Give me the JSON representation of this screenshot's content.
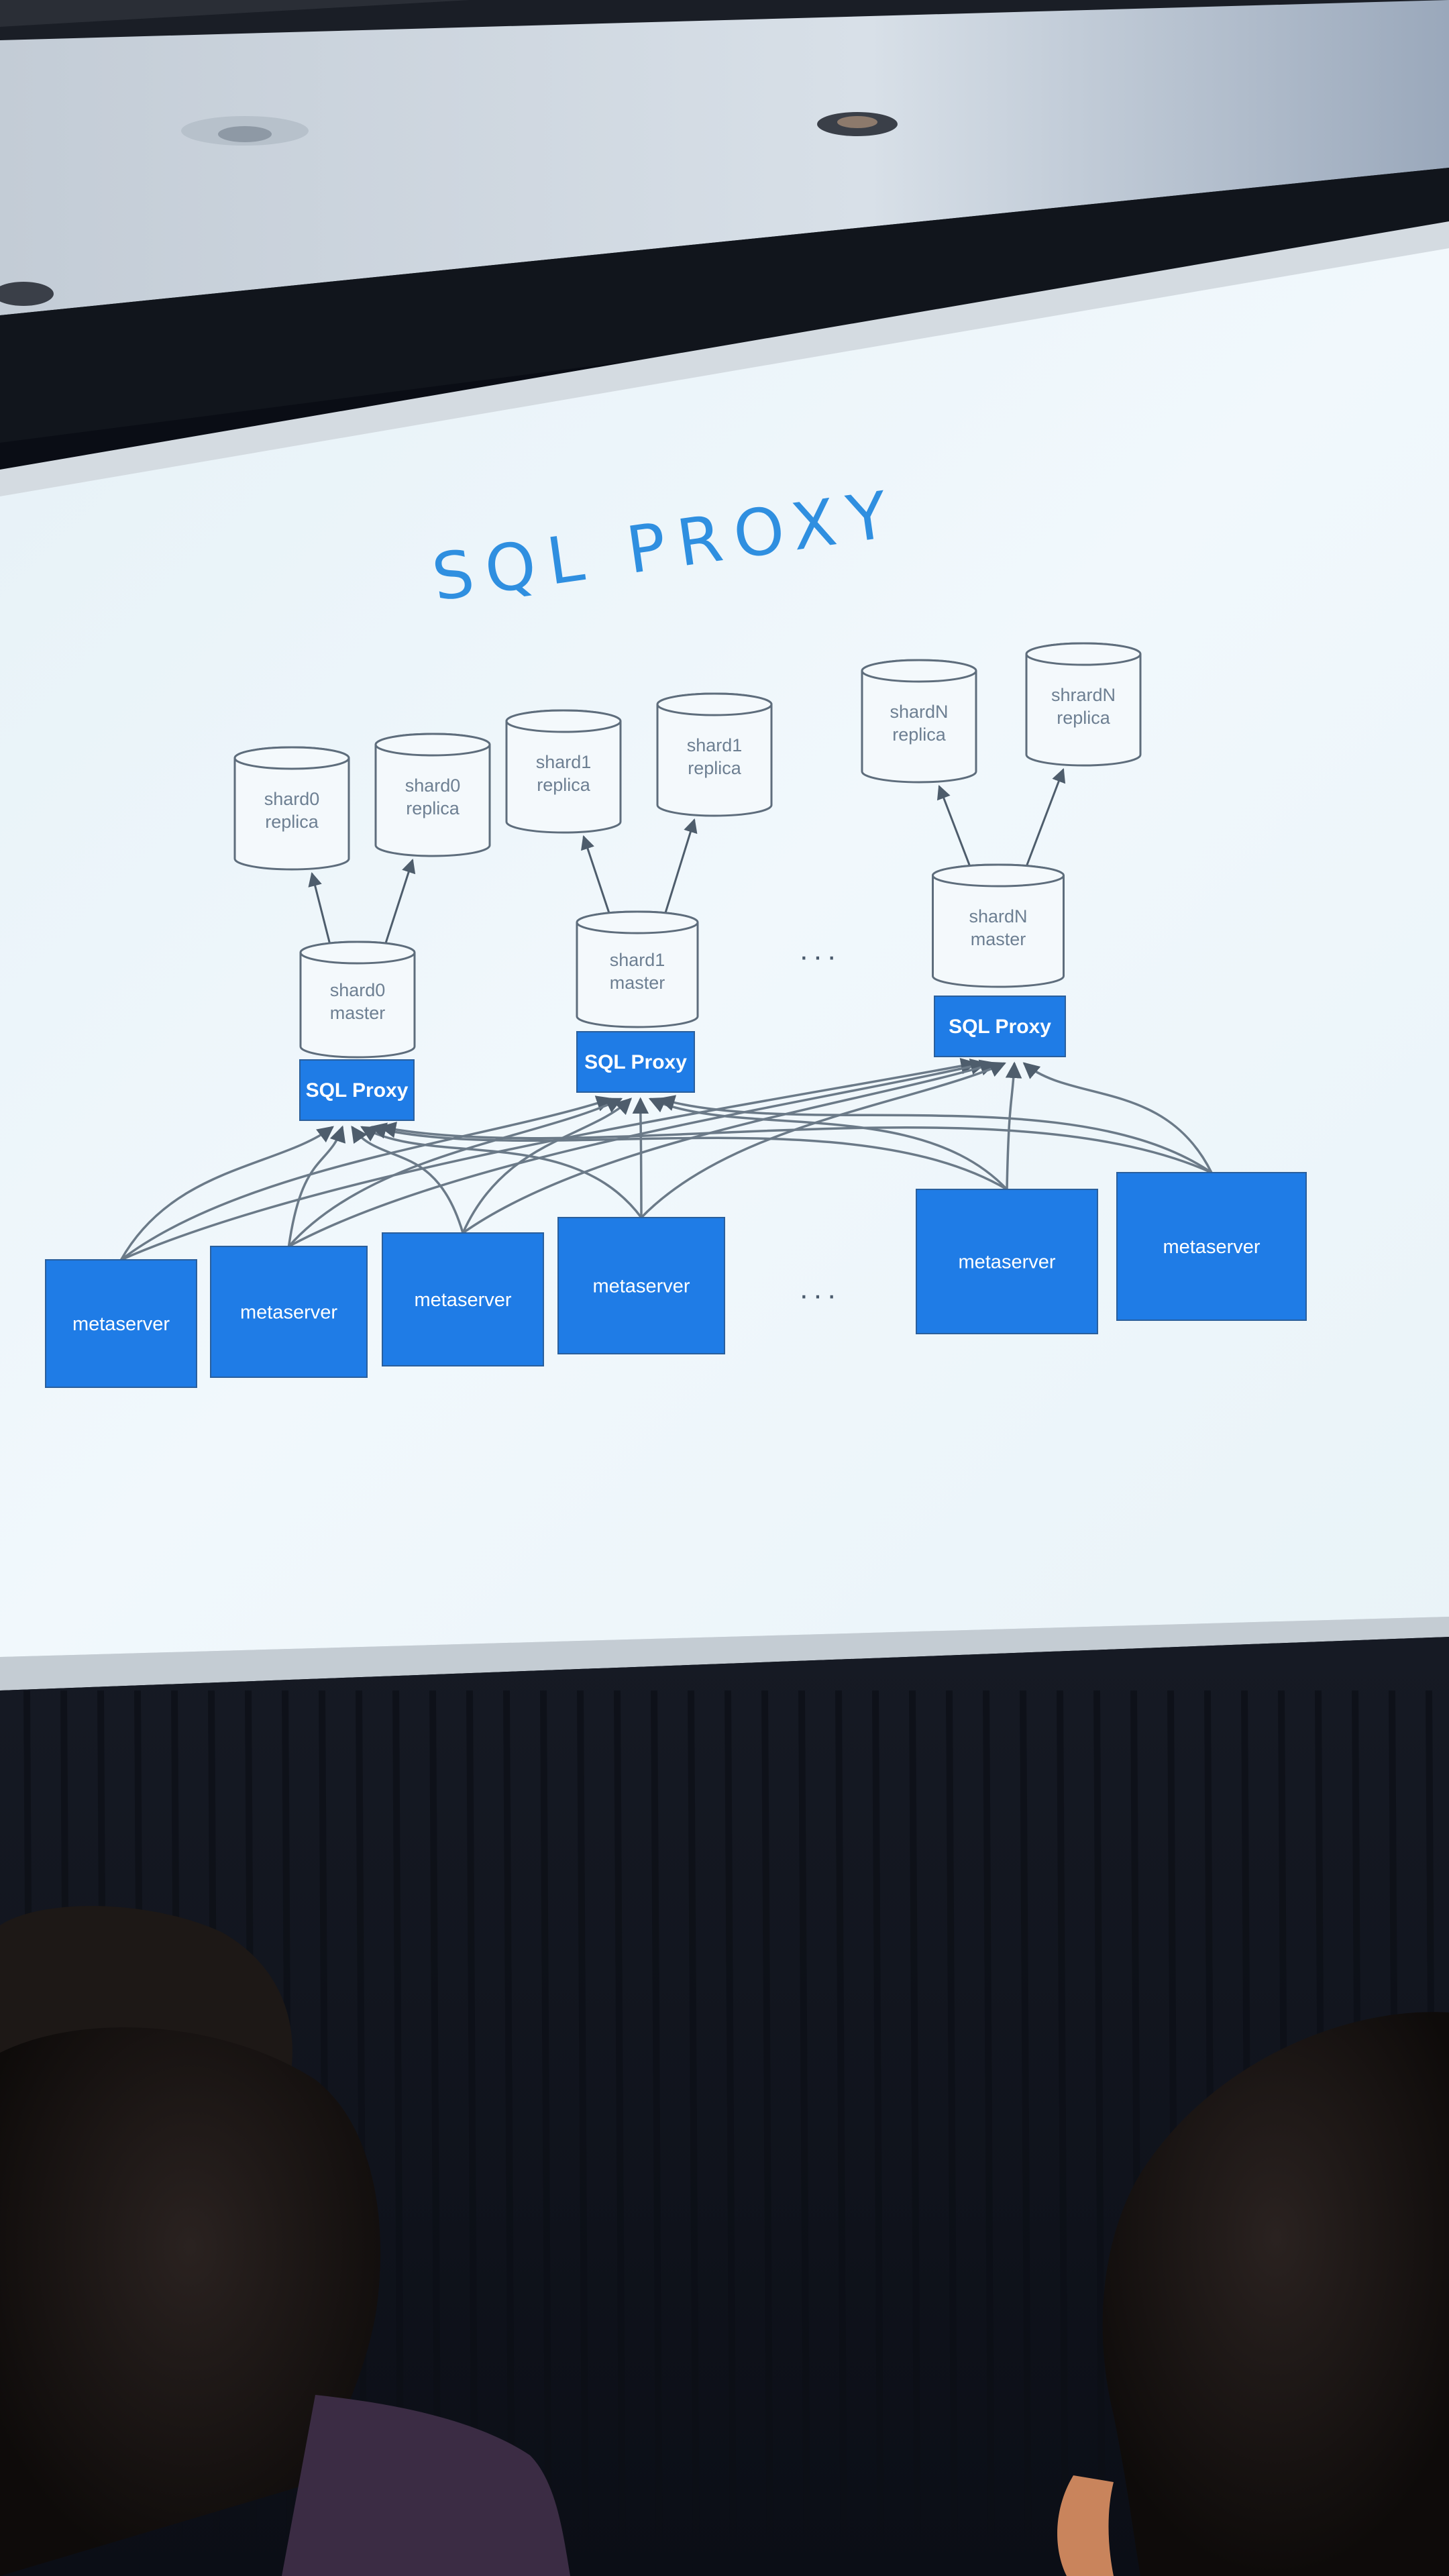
{
  "slide": {
    "title": "SQL PROXY",
    "ellipsis_middle": "···",
    "ellipsis_bottom": "···",
    "colors": {
      "accent_blue": "#1f7ce6",
      "title_blue": "#2f8fe0",
      "screen_bg": "#eef6fb",
      "line": "#6b7a88"
    },
    "shards": [
      {
        "master": "shard0\nmaster",
        "replicas": [
          "shard0\nreplica",
          "shard0\nreplica"
        ],
        "proxy": "SQL Proxy"
      },
      {
        "master": "shard1\nmaster",
        "replicas": [
          "shard1\nreplica",
          "shard1\nreplica"
        ],
        "proxy": "SQL Proxy"
      },
      {
        "master": "shardN\nmaster",
        "replicas": [
          "shardN\nreplica",
          "shrardN\nreplica"
        ],
        "proxy": "SQL Proxy"
      }
    ],
    "metaservers": [
      "metaserver",
      "metaserver",
      "metaserver",
      "metaserver",
      "metaserver",
      "metaserver"
    ]
  }
}
